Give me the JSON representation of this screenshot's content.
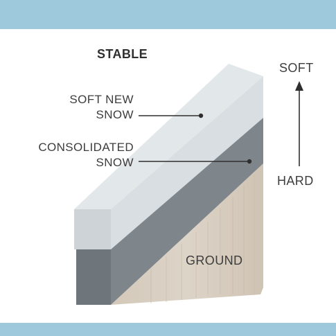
{
  "title": "STABLE",
  "layers": {
    "soft_new_snow": [
      "SOFT NEW",
      "SNOW"
    ],
    "consolidated_snow": [
      "CONSOLIDATED",
      "SNOW"
    ],
    "ground": "GROUND"
  },
  "scale": {
    "top": "SOFT",
    "bottom": "HARD"
  },
  "colors": {
    "band": "#9ec9dc",
    "soft_snow_top": "#e2e7e9",
    "soft_snow_front": "#cdd3d7",
    "soft_snow_side": "#d8dee1",
    "consolidated_top": "#8d9499",
    "consolidated_front": "#6f767b",
    "consolidated_side": "#7f868b",
    "ground": "#d9cfc1",
    "text": "#3d3d3d"
  }
}
